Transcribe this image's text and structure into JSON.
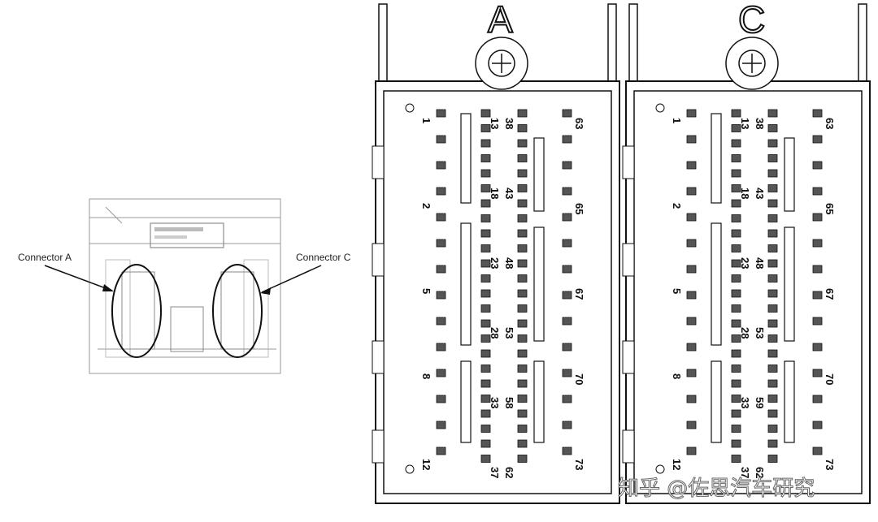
{
  "overview": {
    "connector_a_label": "Connector A",
    "connector_c_label": "Connector C"
  },
  "detail": {
    "connectors": [
      {
        "letter": "A",
        "pins": {
          "col1": [
            "1",
            "2",
            "5",
            "8",
            "12"
          ],
          "col2": [
            "13",
            "18",
            "23",
            "28",
            "33",
            "37"
          ],
          "col3": [
            "38",
            "43",
            "48",
            "53",
            "58",
            "62"
          ],
          "col4": [
            "63",
            "65",
            "67",
            "70",
            "73"
          ]
        }
      },
      {
        "letter": "C",
        "pins": {
          "col1": [
            "1",
            "2",
            "5",
            "8",
            "12"
          ],
          "col2": [
            "13",
            "18",
            "23",
            "28",
            "33",
            "37"
          ],
          "col3": [
            "38",
            "43",
            "48",
            "53",
            "59",
            "62"
          ],
          "col4": [
            "63",
            "65",
            "67",
            "70",
            "73"
          ]
        }
      }
    ]
  },
  "watermark": "知乎 @佐思汽车研究"
}
